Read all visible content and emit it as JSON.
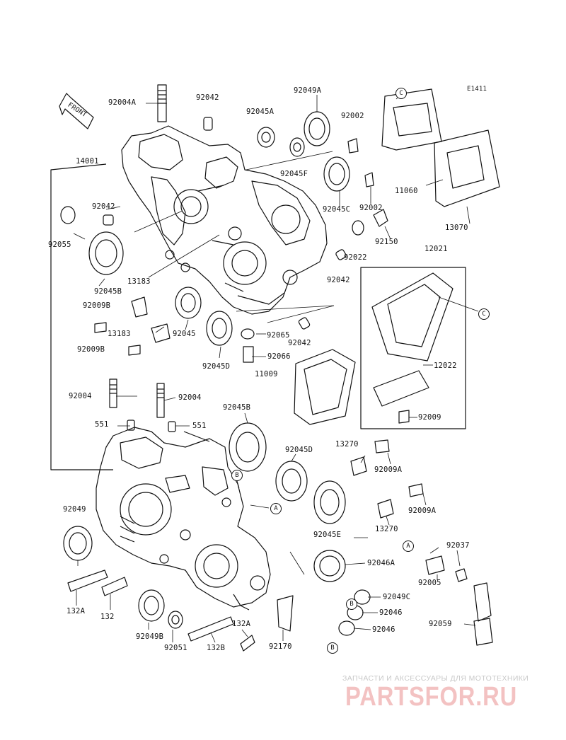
{
  "diagram": {
    "page_code": "E1411",
    "front_label": "FRONT",
    "callouts": [
      "C",
      "C",
      "B",
      "A",
      "A",
      "B",
      "B"
    ],
    "labels": [
      "92004A",
      "92042",
      "92045A",
      "92049A",
      "92002",
      "14001",
      "92042",
      "92055",
      "92045F",
      "92045C",
      "11060",
      "92002",
      "13070",
      "92150",
      "12021",
      "92022",
      "92045B",
      "13183",
      "92009B",
      "13183",
      "92045",
      "92042",
      "92065",
      "92042",
      "92009B",
      "92045D",
      "92066",
      "11009",
      "12022",
      "92004",
      "92004",
      "551",
      "551",
      "92045B",
      "92009",
      "13270",
      "92045D",
      "92009A",
      "92009A",
      "92049",
      "13270",
      "92045E",
      "92037",
      "92046A",
      "92005",
      "92049C",
      "132A",
      "132",
      "92046",
      "92059",
      "132A",
      "92046",
      "92049B",
      "92051",
      "132B",
      "92170"
    ]
  },
  "watermark": {
    "subtitle": "ЗАПЧАСТИ И АКСЕССУАРЫ ДЛЯ МОТОТЕХНИКИ",
    "logo": "PARTSFOR.RU"
  }
}
